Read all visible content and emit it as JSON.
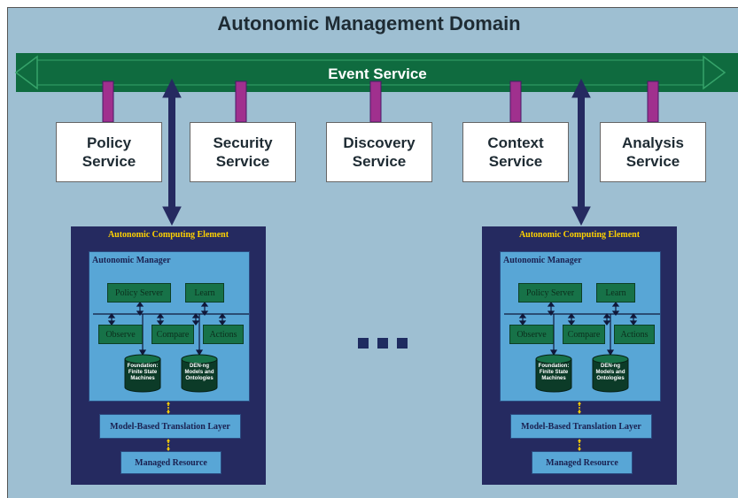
{
  "domain_title": "Autonomic Management Domain",
  "event_bus_label": "Event Service",
  "services": [
    {
      "label": "Policy\nService"
    },
    {
      "label": "Security\nService"
    },
    {
      "label": "Discovery\nService"
    },
    {
      "label": "Context\nService"
    },
    {
      "label": "Analysis\nService"
    }
  ],
  "element": {
    "title": "Autonomic Computing Element",
    "manager_title": "Autonomic Manager",
    "policy_server": "Policy Server",
    "learn": "Learn",
    "observe": "Observe",
    "compare": "Compare",
    "actions": "Actions",
    "foundation": "Foundation:\nFinite State\nMachines",
    "den_ng": "DEN-ng\nModels and\nOntologies",
    "translation_layer": "Model-Based Translation Layer",
    "managed_resource": "Managed Resource"
  },
  "ellipsis": ". . .",
  "colors": {
    "background": "#9ebfd2",
    "bus": "#0f6b3f",
    "connector": "#a0308e",
    "element_frame": "#252a60",
    "manager": "#58a6d6",
    "module": "#177248",
    "title_yellow": "#ffd200"
  }
}
